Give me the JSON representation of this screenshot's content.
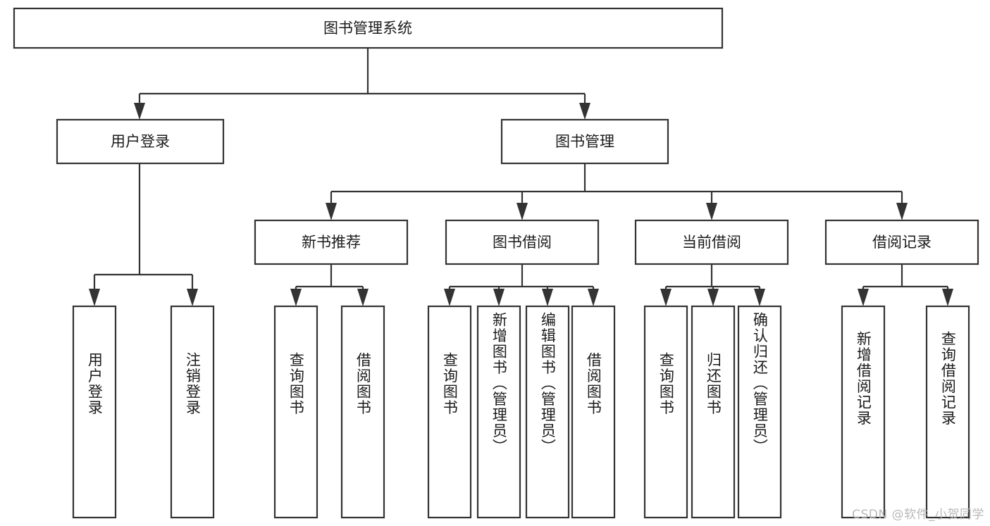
{
  "chart_data": {
    "type": "diagram",
    "diagram_kind": "tree-hierarchy-functional-structure",
    "title": "图书管理系统",
    "orientation": "top-down",
    "levels": 4,
    "colors": {
      "box_fill": "#ffffff",
      "box_stroke": "#333333",
      "text": "#1b1b1b",
      "background": "#ffffff",
      "watermark": "#b8b8b8"
    },
    "nodes": [
      {
        "id": "root",
        "label": "图书管理系统",
        "level": 1,
        "parent": null,
        "orientation": "horizontal"
      },
      {
        "id": "n_login",
        "label": "用户登录",
        "level": 2,
        "parent": "root",
        "orientation": "horizontal"
      },
      {
        "id": "n_book_mgmt",
        "label": "图书管理",
        "level": 2,
        "parent": "root",
        "orientation": "horizontal"
      },
      {
        "id": "n_new_rec",
        "label": "新书推荐",
        "level": 3,
        "parent": "n_book_mgmt",
        "orientation": "horizontal"
      },
      {
        "id": "n_borrow",
        "label": "图书借阅",
        "level": 3,
        "parent": "n_book_mgmt",
        "orientation": "horizontal"
      },
      {
        "id": "n_current",
        "label": "当前借阅",
        "level": 3,
        "parent": "n_book_mgmt",
        "orientation": "horizontal"
      },
      {
        "id": "n_records",
        "label": "借阅记录",
        "level": 3,
        "parent": "n_book_mgmt",
        "orientation": "horizontal"
      },
      {
        "id": "l_login_1",
        "label": "用户登录",
        "level": 4,
        "parent": "n_login",
        "orientation": "vertical"
      },
      {
        "id": "l_login_2",
        "label": "注销登录",
        "level": 4,
        "parent": "n_login",
        "orientation": "vertical"
      },
      {
        "id": "l_rec_1",
        "label": "查询图书",
        "level": 4,
        "parent": "n_new_rec",
        "orientation": "vertical"
      },
      {
        "id": "l_rec_2",
        "label": "借阅图书",
        "level": 4,
        "parent": "n_new_rec",
        "orientation": "vertical"
      },
      {
        "id": "l_bor_1",
        "label": "查询图书",
        "level": 4,
        "parent": "n_borrow",
        "orientation": "vertical"
      },
      {
        "id": "l_bor_2",
        "label": "新增图书（管理员）",
        "level": 4,
        "parent": "n_borrow",
        "orientation": "vertical"
      },
      {
        "id": "l_bor_3",
        "label": "编辑图书（管理员）",
        "level": 4,
        "parent": "n_borrow",
        "orientation": "vertical"
      },
      {
        "id": "l_bor_4",
        "label": "借阅图书",
        "level": 4,
        "parent": "n_borrow",
        "orientation": "vertical"
      },
      {
        "id": "l_cur_1",
        "label": "查询图书",
        "level": 4,
        "parent": "n_current",
        "orientation": "vertical"
      },
      {
        "id": "l_cur_2",
        "label": "归还图书",
        "level": 4,
        "parent": "n_current",
        "orientation": "vertical"
      },
      {
        "id": "l_cur_3",
        "label": "确认归还（管理员）",
        "level": 4,
        "parent": "n_current",
        "orientation": "vertical"
      },
      {
        "id": "l_rcd_1",
        "label": "新增借阅记录",
        "level": 4,
        "parent": "n_records",
        "orientation": "vertical"
      },
      {
        "id": "l_rcd_2",
        "label": "查询借阅记录",
        "level": 4,
        "parent": "n_records",
        "orientation": "vertical"
      }
    ],
    "edges": [
      {
        "from": "root",
        "to": "n_login"
      },
      {
        "from": "root",
        "to": "n_book_mgmt"
      },
      {
        "from": "n_book_mgmt",
        "to": "n_new_rec"
      },
      {
        "from": "n_book_mgmt",
        "to": "n_borrow"
      },
      {
        "from": "n_book_mgmt",
        "to": "n_current"
      },
      {
        "from": "n_book_mgmt",
        "to": "n_records"
      },
      {
        "from": "n_login",
        "to": "l_login_1"
      },
      {
        "from": "n_login",
        "to": "l_login_2"
      },
      {
        "from": "n_new_rec",
        "to": "l_rec_1"
      },
      {
        "from": "n_new_rec",
        "to": "l_rec_2"
      },
      {
        "from": "n_borrow",
        "to": "l_bor_1"
      },
      {
        "from": "n_borrow",
        "to": "l_bor_2"
      },
      {
        "from": "n_borrow",
        "to": "l_bor_3"
      },
      {
        "from": "n_borrow",
        "to": "l_bor_4"
      },
      {
        "from": "n_current",
        "to": "l_cur_1"
      },
      {
        "from": "n_current",
        "to": "l_cur_2"
      },
      {
        "from": "n_current",
        "to": "l_cur_3"
      },
      {
        "from": "n_records",
        "to": "l_rcd_1"
      },
      {
        "from": "n_records",
        "to": "l_rcd_2"
      }
    ]
  },
  "diagram": {
    "root": {
      "label": "图书管理系统"
    },
    "level2": {
      "login": {
        "label": "用户登录"
      },
      "book_mgmt": {
        "label": "图书管理"
      }
    },
    "level3": {
      "new_rec": {
        "label": "新书推荐"
      },
      "borrow": {
        "label": "图书借阅"
      },
      "current": {
        "label": "当前借阅"
      },
      "records": {
        "label": "借阅记录"
      }
    },
    "leaves": {
      "login_1": {
        "label": "用户登录"
      },
      "login_2": {
        "label": "注销登录"
      },
      "rec_1": {
        "label": "查询图书"
      },
      "rec_2": {
        "label": "借阅图书"
      },
      "bor_1": {
        "label": "查询图书"
      },
      "bor_2": {
        "label": "新增图书（管理员）"
      },
      "bor_3": {
        "label": "编辑图书（管理员）"
      },
      "bor_4": {
        "label": "借阅图书"
      },
      "cur_1": {
        "label": "查询图书"
      },
      "cur_2": {
        "label": "归还图书"
      },
      "cur_3": {
        "label": "确认归还（管理员）"
      },
      "rcd_1": {
        "label": "新增借阅记录"
      },
      "rcd_2": {
        "label": "查询借阅记录"
      }
    }
  },
  "watermark": {
    "text": "CSDN @软件_小贺同学"
  }
}
